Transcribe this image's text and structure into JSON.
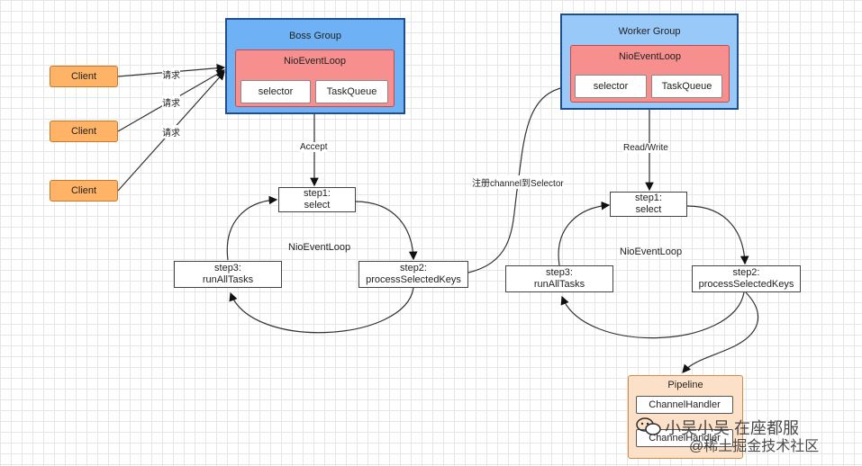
{
  "clients": [
    "Client",
    "Client",
    "Client"
  ],
  "request_labels": [
    "请求",
    "请求",
    "请求"
  ],
  "boss": {
    "title": "Boss Group",
    "loop_title": "NioEventLoop",
    "selector": "selector",
    "queue": "TaskQueue"
  },
  "worker": {
    "title": "Worker Group",
    "loop_title": "NioEventLoop",
    "selector": "selector",
    "queue": "TaskQueue"
  },
  "edge_labels": {
    "accept": "Accept",
    "register": "注册channel到Selector",
    "readwrite": "Read/Write"
  },
  "boss_loop": {
    "center": "NioEventLoop",
    "step1": [
      "step1:",
      "select"
    ],
    "step2": [
      "step2:",
      "processSelectedKeys"
    ],
    "step3": [
      "step3:",
      "runAllTasks"
    ]
  },
  "worker_loop": {
    "center": "NioEventLoop",
    "step1": [
      "step1:",
      "select"
    ],
    "step2": [
      "step2:",
      "processSelectedKeys"
    ],
    "step3": [
      "step3:",
      "runAllTasks"
    ]
  },
  "pipeline": {
    "title": "Pipeline",
    "handlers": [
      "ChannelHandler",
      "ChannelHandler"
    ]
  },
  "watermark": {
    "text1": "小吴小吴 在座都服",
    "text2": "@稀土掘金技术社区"
  }
}
